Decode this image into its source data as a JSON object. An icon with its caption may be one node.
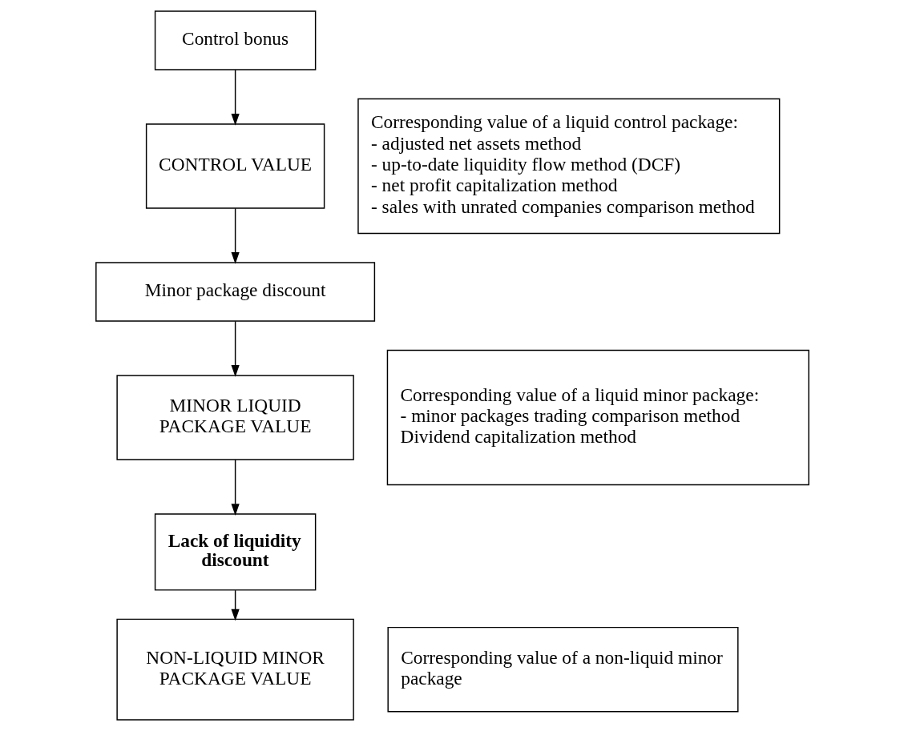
{
  "diagram": {
    "nodes": [
      {
        "text": [
          "CONTROL VALUE"
        ]
      },
      {
        "text": [
          "Control bonus"
        ]
      },
      {
        "text": [
          "Corresponding value of a liquid control package:",
          "- adjusted net assets method",
          "- up-to-date liquidity flow method (DCF)",
          "- net profit capitalization method",
          "- sales with unrated companies comparison method"
        ]
      },
      {
        "text": [
          "Minor package discount"
        ]
      },
      {
        "text": [
          "MINOR LIQUID PACKAGE VALUE"
        ]
      },
      {
        "text": [
          "Corresponding value of a liquid minor package:",
          "- minor packages trading comparison method",
          "Dividend capitalization method"
        ]
      },
      {
        "text": [
          "Lack of liquidity discount"
        ]
      },
      {
        "text": [
          "NON-LIQUID MINOR PACKAGE VALUE"
        ]
      },
      {
        "text": [
          "Corresponding value of a non-liquid minor package"
        ]
      }
    ],
    "edges": [
      {
        "from": 1,
        "to": 0,
        "arrow": "to"
      },
      {
        "from": 0,
        "to": 3,
        "arrow": "to"
      },
      {
        "from": 3,
        "to": 4,
        "arrow": "to"
      },
      {
        "from": 4,
        "to": 6,
        "arrow": "to"
      },
      {
        "from": 6,
        "to": 7,
        "arrow": "to"
      }
    ]
  }
}
